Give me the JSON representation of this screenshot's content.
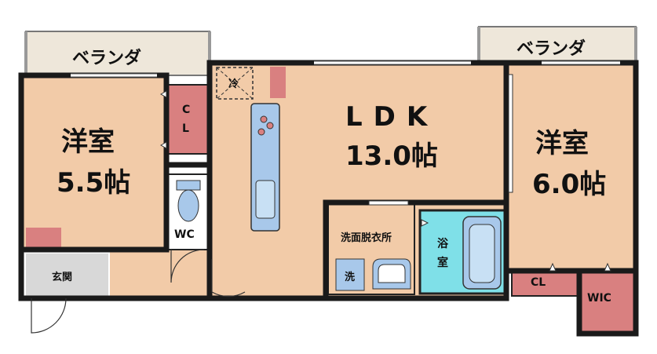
{
  "balconies": {
    "left": "ベランダ",
    "right": "ベランダ"
  },
  "rooms": {
    "western_left": {
      "name": "洋室",
      "size": "5.5帖"
    },
    "ldk": {
      "name": "LDK",
      "size": "13.0帖"
    },
    "western_right": {
      "name": "洋室",
      "size": "6.0帖"
    }
  },
  "labels": {
    "closet_left_1": "C",
    "closet_left_2": "L",
    "toilet": "WC",
    "entrance": "玄関",
    "fridge": "冷",
    "washroom": "洗面脱衣所",
    "washer": "洗",
    "bath_1": "浴",
    "bath_2": "室",
    "closet_right": "CL",
    "walk_in_closet": "WIC"
  },
  "colors": {
    "floor": "#f2cba8",
    "balcony": "#eee7da",
    "storage": "#d98080",
    "bath": "#7fe0e8",
    "fixture": "#a8c8ea",
    "entrance": "#d8d8d8",
    "wall": "#1a1a1a"
  }
}
